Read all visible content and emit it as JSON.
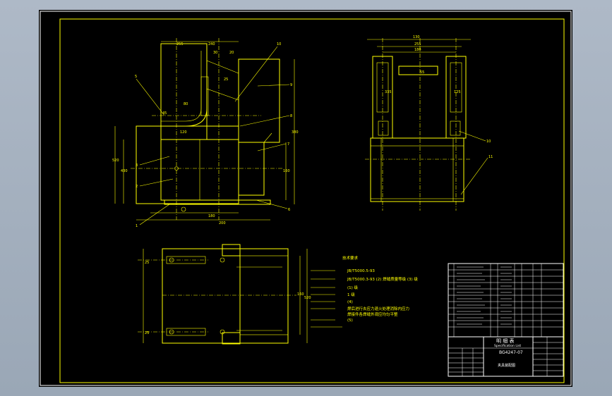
{
  "colors": {
    "background": "#000000",
    "linework": "#ffff00",
    "frame": "#ffffff",
    "outer": "#a5b1bf"
  },
  "title_block": {
    "drawing_number": "BG4247-07",
    "title_main": "明 细 表",
    "title_en": "Specification List",
    "drawing_name": "夹具装配图"
  },
  "notes": {
    "heading": "技术要求",
    "lines": [
      "JB/T5000.5-93",
      "JB/T5000.3-93 (2) 焊缝质量等级 (3) 级",
      "(1) 级",
      "1 级",
      "(4)",
      "焊后进行去应力退火处理消除内应力",
      "焊接件各焊缝外观应均匀平整",
      "(5)"
    ]
  },
  "balloons": [
    "5",
    "10",
    "9",
    "8",
    "7",
    "3",
    "2",
    "1",
    "6",
    "11"
  ],
  "dimensions": [
    "255",
    "255",
    "180",
    "130",
    "160",
    "335",
    "120",
    "80",
    "125",
    "25",
    "45",
    "30",
    "20",
    "380",
    "430",
    "520",
    "200",
    "240",
    "55"
  ]
}
